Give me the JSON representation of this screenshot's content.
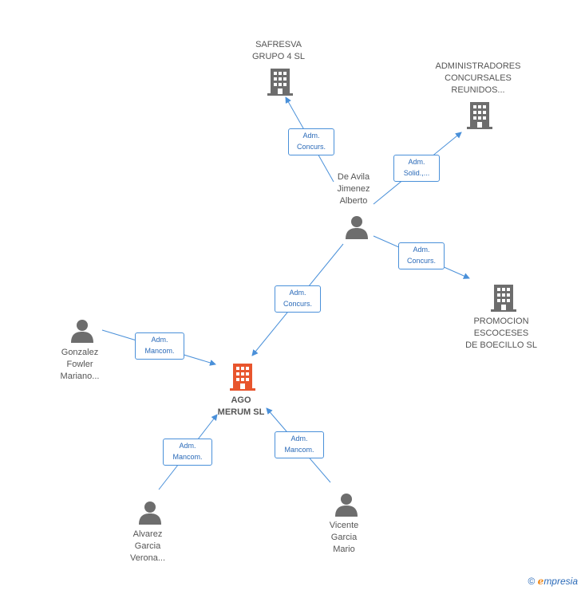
{
  "nodes": {
    "safresva": {
      "label_lines": [
        "SAFRESVA",
        "GRUPO 4 SL"
      ],
      "type": "company"
    },
    "administradores": {
      "label_lines": [
        "ADMINISTRADORES",
        "CONCURSALES",
        "REUNIDOS..."
      ],
      "type": "company"
    },
    "promocion": {
      "label_lines": [
        "PROMOCION",
        "ESCOCESES",
        "DE BOECILLO SL"
      ],
      "type": "company"
    },
    "ago_merum": {
      "label_lines": [
        "AGO",
        "MERUM SL"
      ],
      "type": "company-main"
    },
    "de_avila": {
      "label_lines": [
        "De Avila",
        "Jimenez",
        "Alberto"
      ],
      "type": "person"
    },
    "gonzalez": {
      "label_lines": [
        "Gonzalez",
        "Fowler",
        "Mariano..."
      ],
      "type": "person"
    },
    "alvarez": {
      "label_lines": [
        "Alvarez",
        "Garcia",
        "Verona..."
      ],
      "type": "person"
    },
    "vicente": {
      "label_lines": [
        "Vicente",
        "Garcia",
        "Mario"
      ],
      "type": "person"
    }
  },
  "relations": {
    "r1": {
      "lines": [
        "Adm.",
        "Concurs."
      ]
    },
    "r2": {
      "lines": [
        "Adm.",
        "Solid.,..."
      ]
    },
    "r3": {
      "lines": [
        "Adm.",
        "Concurs."
      ]
    },
    "r4": {
      "lines": [
        "Adm.",
        "Concurs."
      ]
    },
    "r5": {
      "lines": [
        "Adm.",
        "Mancom."
      ]
    },
    "r6": {
      "lines": [
        "Adm.",
        "Mancom."
      ]
    },
    "r7": {
      "lines": [
        "Adm.",
        "Mancom."
      ]
    }
  },
  "colors": {
    "company": "#6d6d6d",
    "company_main": "#e8552d",
    "person": "#6d6d6d",
    "edge": "#4a90d9"
  },
  "footer": {
    "copyright": "©",
    "brand_initial": "e",
    "brand_rest": "mpresia"
  }
}
